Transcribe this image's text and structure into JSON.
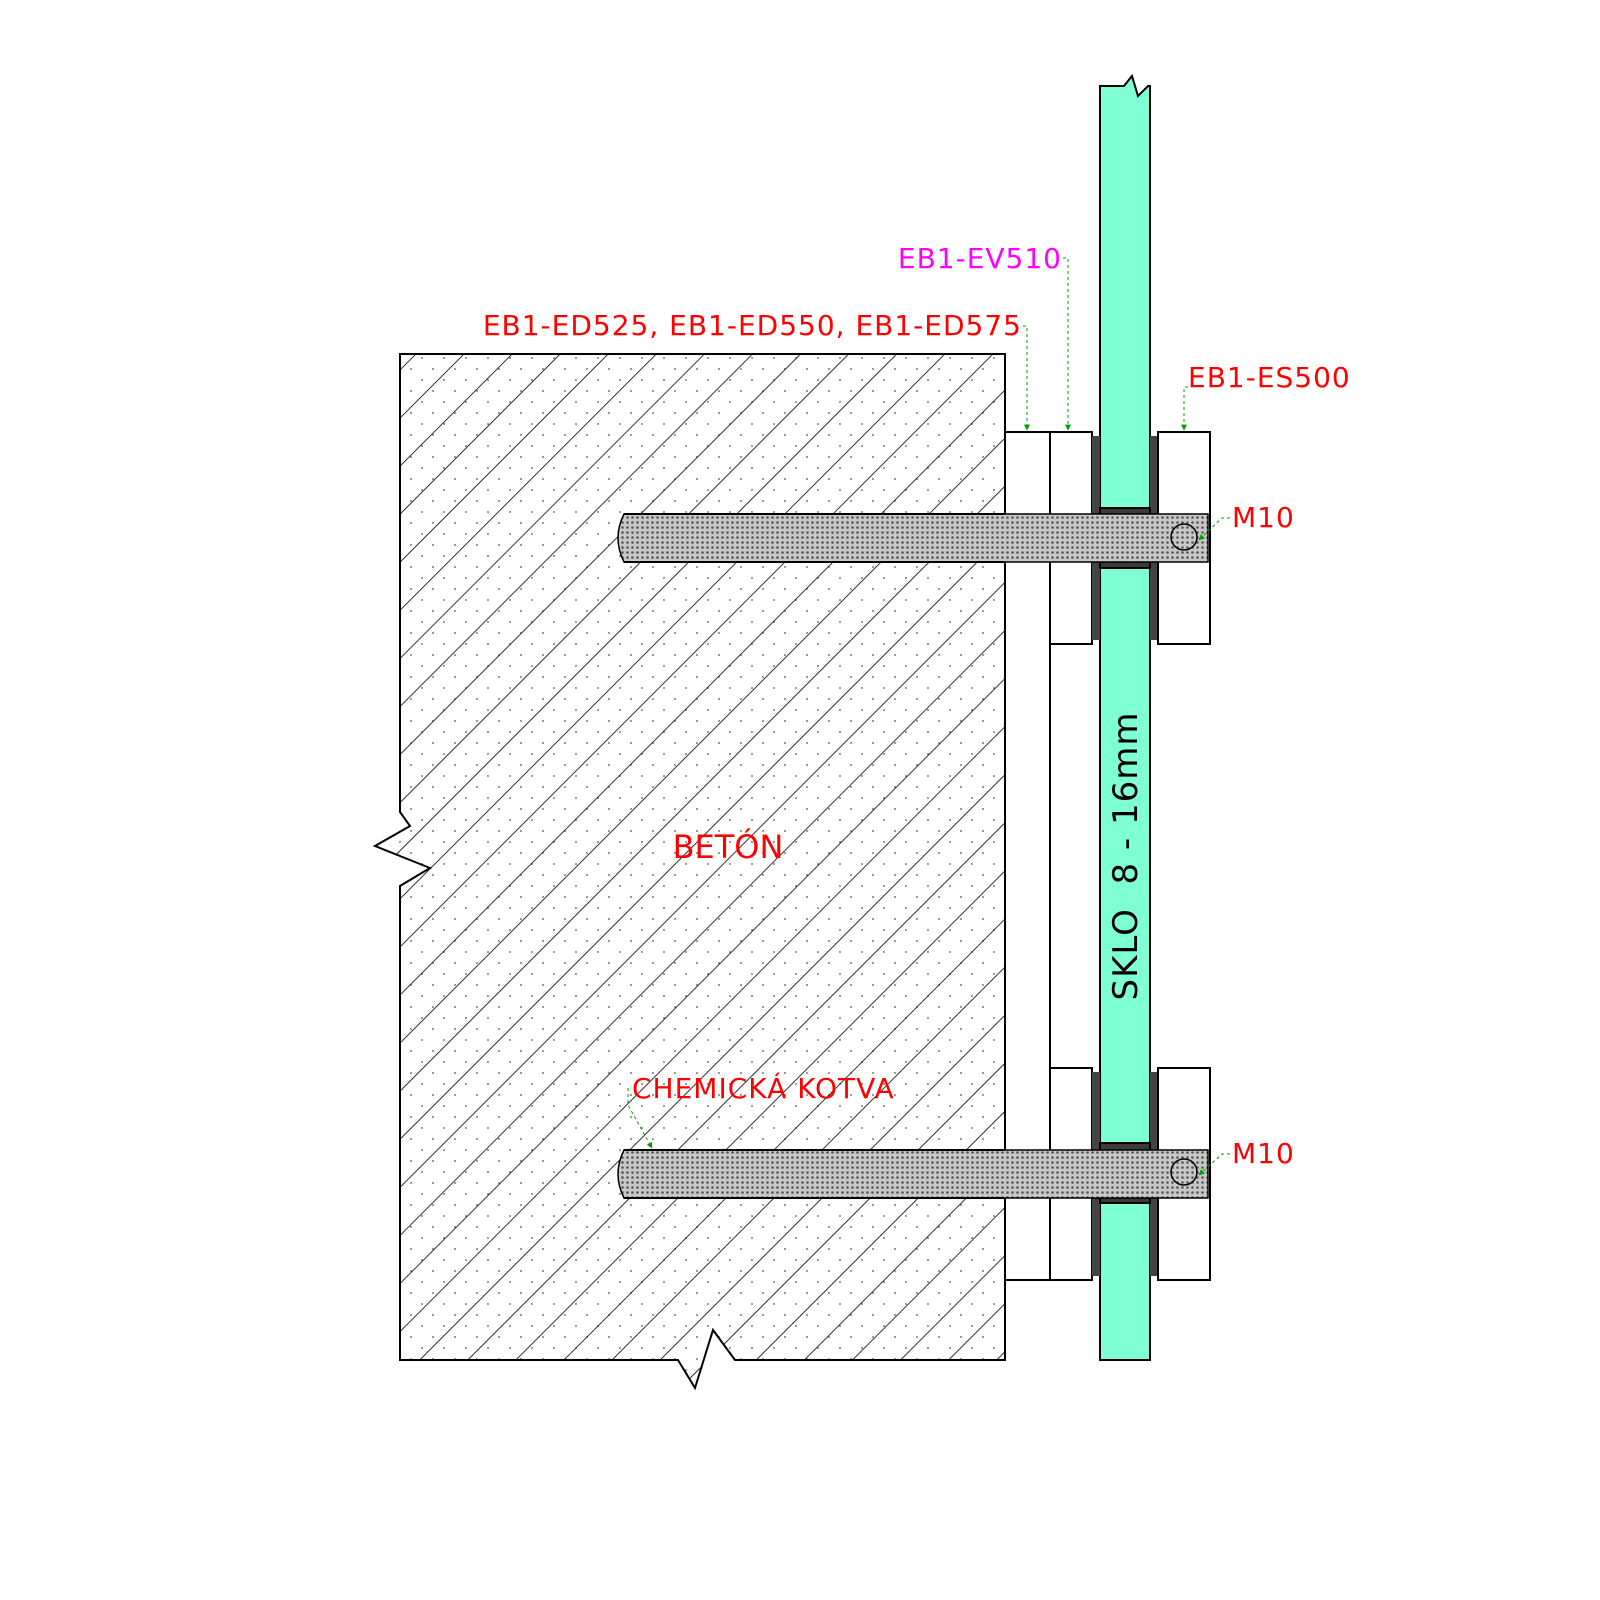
{
  "labels": {
    "concrete": "BETÓN",
    "glass": "SKLO  8 - 16mm",
    "spacer_plate": "EB1-EV510",
    "distance_plates": "EB1-ED525, EB1-ED550, EB1-ED575",
    "cover_cap": "EB1-ES500",
    "bolt_top": "M10",
    "bolt_bottom": "M10",
    "anchor": "CHEMICKÁ KOTVA"
  },
  "colors": {
    "label_red": "#ff0000",
    "label_magenta": "#ff00ff",
    "glass": "#7fffd4",
    "leader": "#00a000",
    "gasket": "#444444",
    "outline": "#000000"
  }
}
